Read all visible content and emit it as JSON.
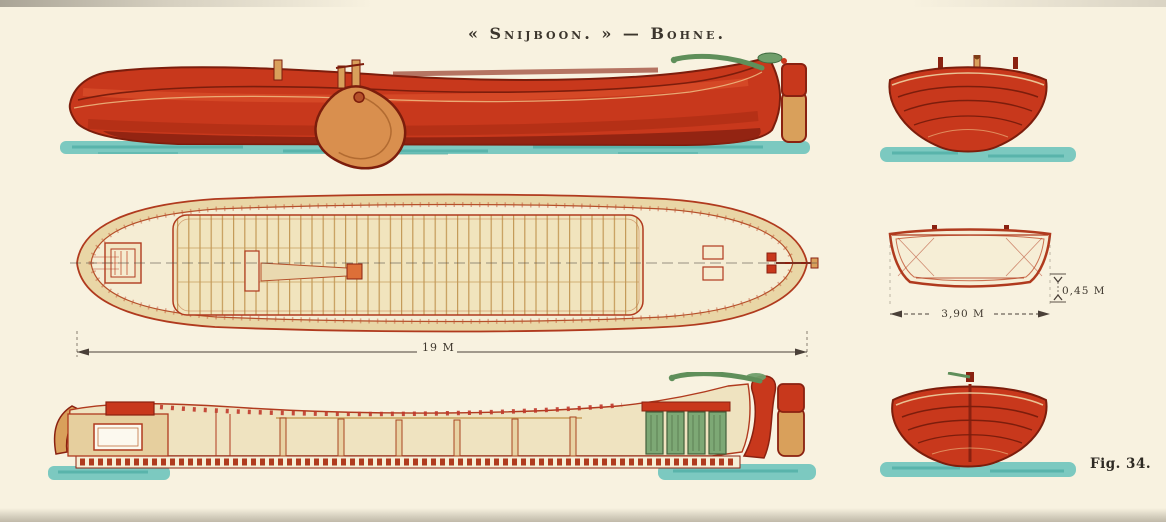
{
  "title": "« Snijboon. » — Bohne.",
  "caption": "Fig. 34.",
  "dimensions": {
    "overall_length": "19 M",
    "freeboard": "0,45 M",
    "beam": "3,90 M"
  },
  "colors": {
    "paper": "#f8f2e0",
    "hull_red": "#c8381c",
    "hull_shadow": "#8a2110",
    "hull_highlight": "#e2572f",
    "wood_tan": "#d9a05b",
    "deck_cream": "#f2e6c4",
    "water_teal": "#7cc9c0",
    "water_deep": "#2f9b93",
    "tiller_green": "#6f9e6a",
    "ink": "#3f382e"
  }
}
